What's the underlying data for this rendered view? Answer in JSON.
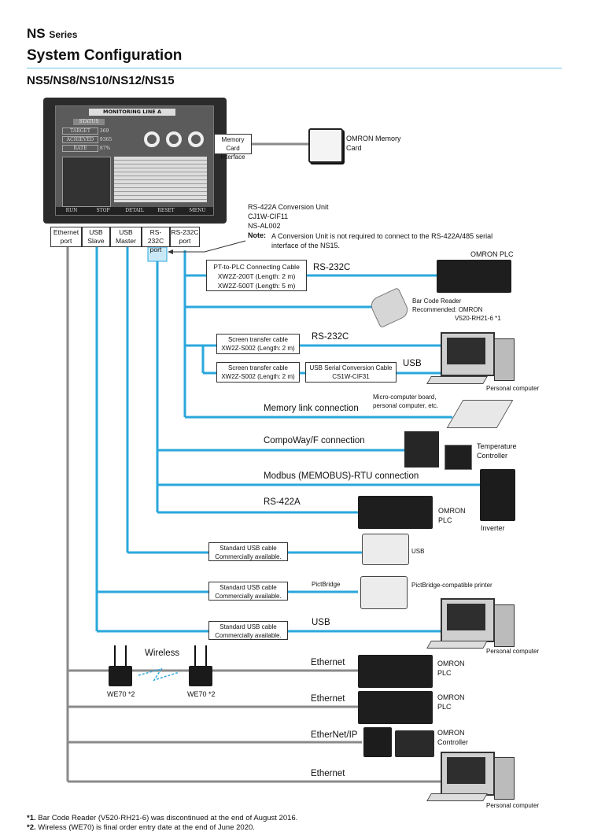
{
  "header": {
    "series_name": "NS",
    "series_suffix": "Series",
    "title": "System Configuration",
    "subtitle": "NS5/NS8/NS10/NS12/NS15"
  },
  "hmi_screen": {
    "screen_title": "MONITORING LINE A",
    "status_label": "STATUS",
    "rows": [
      {
        "label": "TARGET",
        "value": "369"
      },
      {
        "label": "ACHIEVED",
        "value": "9365"
      },
      {
        "label": "RATE",
        "value": "87%"
      }
    ],
    "bottom_buttons": [
      "RUN",
      "STOP",
      "DETAIL",
      "RESET",
      "MENU"
    ]
  },
  "ports": [
    "Ethernet port",
    "USB Slave",
    "USB Master",
    "RS-232C port",
    "RS-232C port"
  ],
  "memory_card": {
    "interface_label": "Memory Card Interface",
    "device_label": "OMRON Memory Card"
  },
  "conversion_unit": {
    "title": "RS-422A Conversion Unit",
    "models": [
      "CJ1W-CIF11",
      "NS-AL002"
    ],
    "note_label": "Note:",
    "note_text": "A Conversion Unit is not required to connect to the RS-422A/485 serial interface of the NS15."
  },
  "connections": {
    "pt_plc_cable": [
      "PT-to-PLC Connecting Cable",
      "XW2Z-200T (Length: 2 m)",
      "XW2Z-500T (Length: 5 m)"
    ],
    "rs232c_1": "RS-232C",
    "omron_plc": "OMRON PLC",
    "barcode": [
      "Bar Code Reader",
      "Recommended: OMRON",
      "V520-RH21-6 *1"
    ],
    "screen_cable_1": [
      "Screen transfer cable",
      "XW2Z-S002 (Length: 2 m)"
    ],
    "rs232c_2": "RS-232C",
    "screen_cable_2": [
      "Screen transfer cable",
      "XW2Z-S002 (Length: 2 m)"
    ],
    "usb_serial": [
      "USB Serial Conversion Cable",
      "CS1W-CIF31"
    ],
    "usb_1": "USB",
    "personal_computer": "Personal computer",
    "micro_board": [
      "Micro-computer board,",
      "personal computer, etc."
    ],
    "memory_link": "Memory link connection",
    "compoway": "CompoWay/F connection",
    "temp_controller": [
      "Temperature",
      "Controller"
    ],
    "modbus": "Modbus (MEMOBUS)-RTU connection",
    "inverter": "Inverter",
    "rs422a": "RS-422A",
    "omron_plc_2": [
      "OMRON",
      "PLC"
    ],
    "usb_cable_1": [
      "Standard USB cable",
      "Commercially available."
    ],
    "usb_2": "USB",
    "usb_cable_2": [
      "Standard USB cable",
      "Commercially available."
    ],
    "pictbridge": "PictBridge",
    "pictbridge_printer": "PictBridge-compatible printer",
    "usb_cable_3": [
      "Standard USB cable",
      "Commercially available."
    ],
    "usb_3": "USB",
    "personal_computer_2": "Personal computer",
    "wireless": "Wireless",
    "we70_a": "WE70 *2",
    "we70_b": "WE70 *2",
    "ethernet_1": "Ethernet",
    "omron_plc_3": [
      "OMRON",
      "PLC"
    ],
    "ethernet_2": "Ethernet",
    "omron_plc_4": [
      "OMRON",
      "PLC"
    ],
    "ethernet_ip": "EtherNet/IP",
    "omron_controller": [
      "OMRON",
      "Controller"
    ],
    "ethernet_3": "Ethernet",
    "personal_computer_3": "Personal computer"
  },
  "footnotes": [
    {
      "mark": "*1.",
      "text": "Bar Code Reader (V520-RH21-6) was discontinued at the end of August 2016."
    },
    {
      "mark": "*2.",
      "text": "Wireless (WE70) is final order entry date at the end of June 2020."
    }
  ],
  "colors": {
    "cable_blue": "#2aa7dc",
    "cable_gray": "#8a8a8a",
    "accent_rule": "#6bc6e8"
  }
}
